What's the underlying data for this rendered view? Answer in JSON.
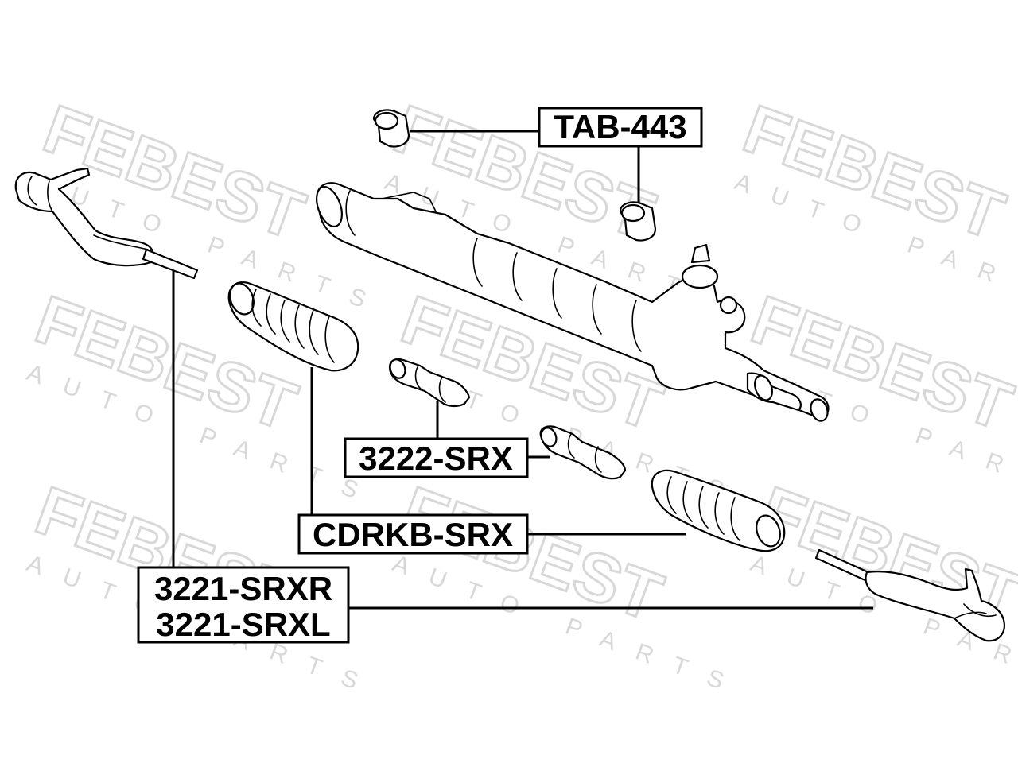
{
  "watermark": {
    "brand": "FEBEST",
    "subline": "AUTO PARTS",
    "color": "#d8d8d8"
  },
  "labels": {
    "tab": "TAB-443",
    "srx3222": "3222-SRX",
    "cdrkb": "CDRKB-SRX",
    "srxr": "3221-SRXR",
    "srxl": "3221-SRXL"
  },
  "colors": {
    "ink": "#000000",
    "paper": "#ffffff"
  }
}
